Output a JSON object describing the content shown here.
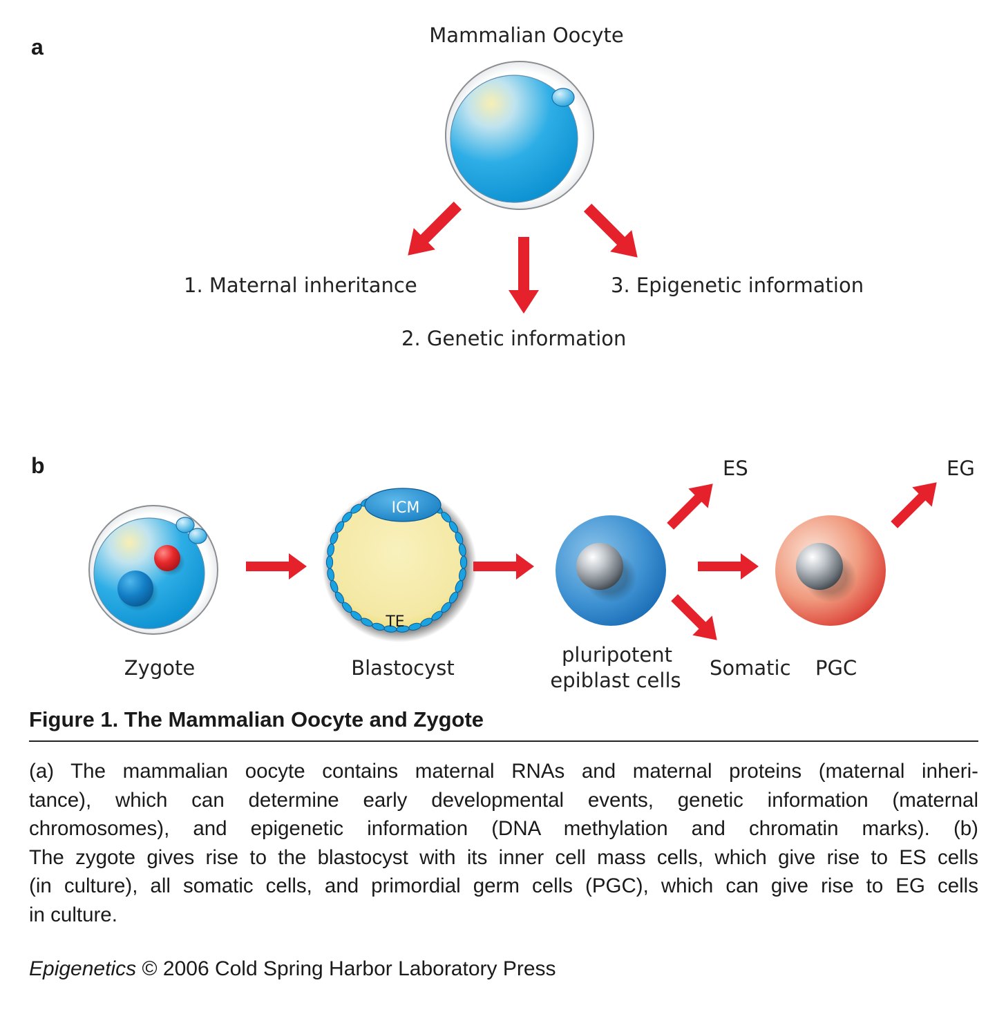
{
  "panel_a": {
    "letter": "a",
    "title": "Mammalian Oocyte",
    "labels": {
      "maternal": "1. Maternal inheritance",
      "genetic": "2. Genetic information",
      "epigenetic": "3. Epigenetic information"
    }
  },
  "panel_b": {
    "letter": "b",
    "zygote": "Zygote",
    "blastocyst": "Blastocyst",
    "icm": "ICM",
    "te": "TE",
    "epiblast_line1": "pluripotent",
    "epiblast_line2": "epiblast cells",
    "es": "ES",
    "somatic": "Somatic",
    "pgc": "PGC",
    "eg": "EG"
  },
  "figure": {
    "title": "Figure 1. The Mammalian Oocyte and Zygote",
    "caption_lines": [
      "(a) The mammalian oocyte contains maternal RNAs and maternal proteins (maternal inheri-",
      "tance), which can determine early developmental events, genetic information (maternal",
      "chromosomes), and epigenetic information (DNA methylation and chromatin marks). (b)",
      "The zygote gives rise to the blastocyst with its inner cell mass cells, which give rise to ES cells",
      "(in culture), all somatic cells, and primordial germ cells (PGC), which can give rise to EG cells",
      "in culture."
    ],
    "credit_italic": "Epigenetics",
    "credit_rest": " © 2006 Cold Spring Harbor Laboratory Press"
  },
  "colors": {
    "arrow": "#e5222b",
    "cell_blue": "#1aa3e0",
    "yolk": "#f6eaa6",
    "pgc_red": "#ea5a4c",
    "nucleus_grey": "#8d9399"
  }
}
